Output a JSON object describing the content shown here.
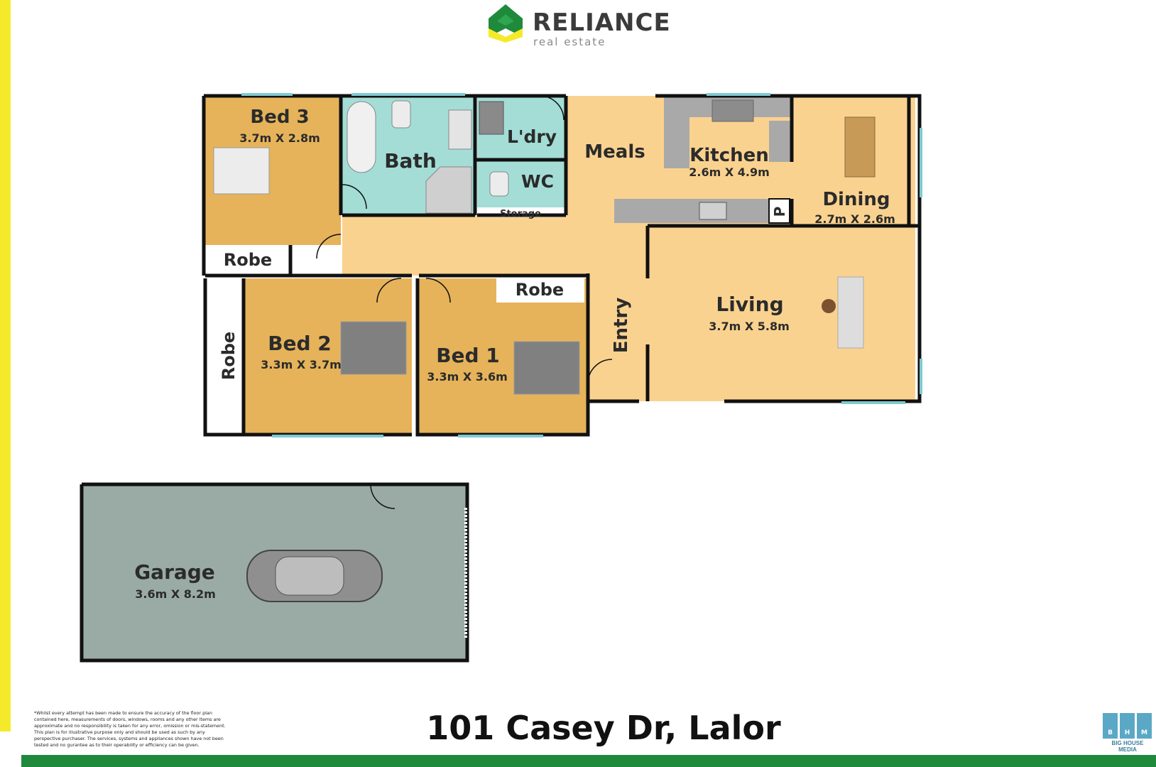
{
  "brand": {
    "name": "RELIANCE",
    "tagline": "real estate"
  },
  "address": "101 Casey Dr, Lalor",
  "disclaimer": "*Whilst every attempt has been made to ensure the accuracy of the floor plan contained here, measurements of doors, windows, rooms and any other items are approximate and no responsibility is taken for any error, omission or mis-statement. This plan is for illustrative purpose only and should be used as such by any perspective purchaser. The services, systems and appliances shown have not been tested and no gurantee as to their operability or efficiency can be given.",
  "credit": {
    "letters": [
      "B",
      "H",
      "M"
    ],
    "name": "BIG HOUSE MEDIA"
  },
  "rooms": {
    "bed3": {
      "name": "Bed 3",
      "size": "3.7m X 2.8m"
    },
    "bath": {
      "name": "Bath"
    },
    "laundry": {
      "name": "L'dry"
    },
    "wc": {
      "name": "WC"
    },
    "storage": {
      "name": "Storage"
    },
    "meals": {
      "name": "Meals"
    },
    "kitchen": {
      "name": "Kitchen",
      "size": "2.6m X 4.9m"
    },
    "dining": {
      "name": "Dining",
      "size": "2.7m X 2.6m"
    },
    "robe_bed3": {
      "name": "Robe"
    },
    "robe_bed2": {
      "name": "Robe"
    },
    "robe_bed1": {
      "name": "Robe"
    },
    "bed2": {
      "name": "Bed 2",
      "size": "3.3m X 3.7m"
    },
    "bed1": {
      "name": "Bed 1",
      "size": "3.3m X 3.6m"
    },
    "entry": {
      "name": "Entry"
    },
    "living": {
      "name": "Living",
      "size": "3.7m X 5.8m"
    },
    "garage": {
      "name": "Garage",
      "size": "3.6m X 8.2m"
    },
    "pantry": {
      "name": "P"
    }
  },
  "colors": {
    "bedroom": "#e6b35a",
    "living": "#fad28f",
    "wet": "#a3ddd6",
    "garage": "#9aaba6",
    "wall": "#111111",
    "accent_yellow": "#f5ea2a",
    "accent_green": "#1f8a3b"
  }
}
